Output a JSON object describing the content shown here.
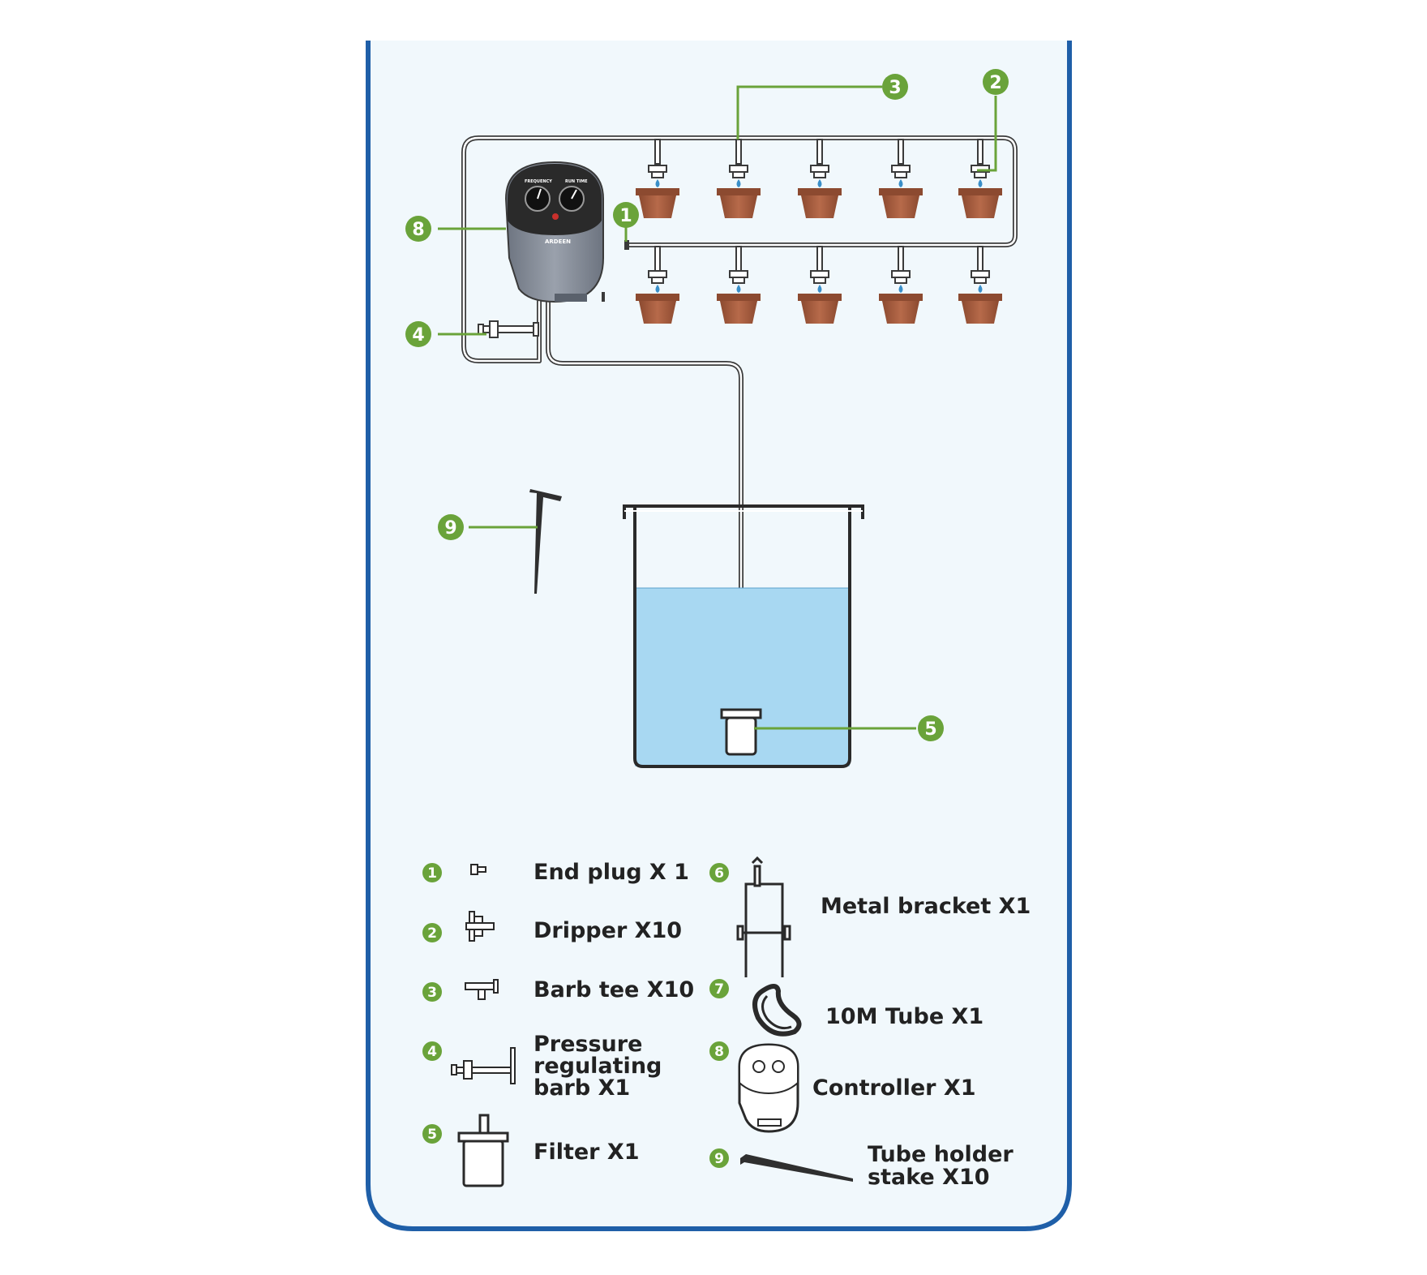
{
  "controller": {
    "dial_left": "FREQUENCY",
    "dial_right": "RUN TIME",
    "brand": "ARDEEN"
  },
  "callouts": [
    "1",
    "2",
    "3",
    "4",
    "5",
    "8",
    "9"
  ],
  "legend": {
    "items": [
      {
        "num": "1",
        "lines": [
          "End plug X 1"
        ]
      },
      {
        "num": "2",
        "lines": [
          "Dripper X10"
        ]
      },
      {
        "num": "3",
        "lines": [
          "Barb tee X10"
        ]
      },
      {
        "num": "4",
        "lines": [
          "Pressure",
          "regulating",
          "barb X1"
        ]
      },
      {
        "num": "5",
        "lines": [
          "Filter X1"
        ]
      },
      {
        "num": "6",
        "lines": [
          "Metal bracket X1"
        ]
      },
      {
        "num": "7",
        "lines": [
          "10M Tube X1"
        ]
      },
      {
        "num": "8",
        "lines": [
          "Controller X1"
        ]
      },
      {
        "num": "9",
        "lines": [
          "Tube holder",
          "stake X10"
        ]
      }
    ]
  },
  "colors": {
    "frame": "#1f5fa8",
    "panel": "#f1f8fc",
    "callout": "#6aa33a",
    "pot": "#a35a3c",
    "water": "#a8d8f2",
    "controller": "#7f8794"
  }
}
